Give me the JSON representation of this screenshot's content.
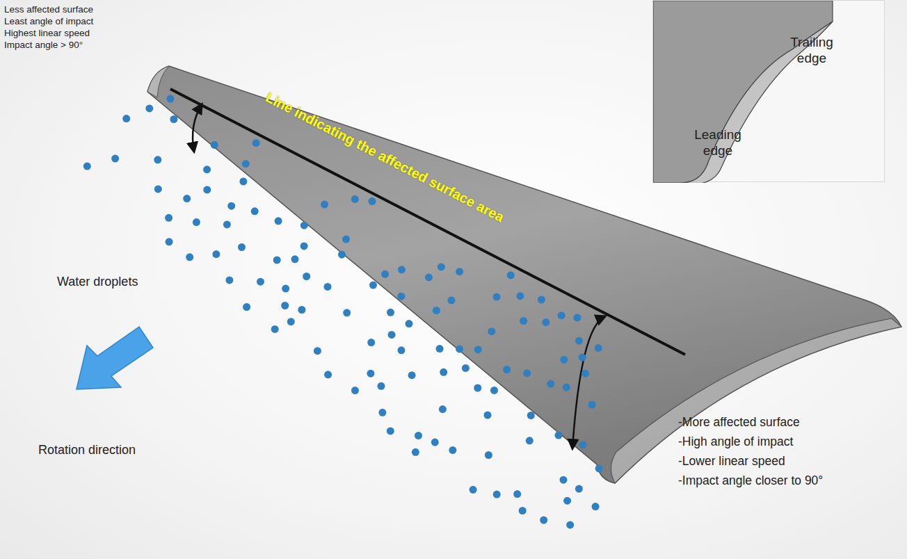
{
  "diagram": {
    "nodes": [
      {
        "text": [
          "Trailing edge",
          "Leading edge"
        ]
      }
    ],
    "labels": [
      "Less affected surface",
      "Least angle of impact",
      "Highest linear speed",
      "Impact angle > 90°",
      "Line indicating the affected surface area",
      "Water droplets",
      "Rotation direction",
      "-More affected surface",
      "-High angle of impact",
      "-Lower linear speed",
      "-Impact angle closer to 90°"
    ]
  }
}
